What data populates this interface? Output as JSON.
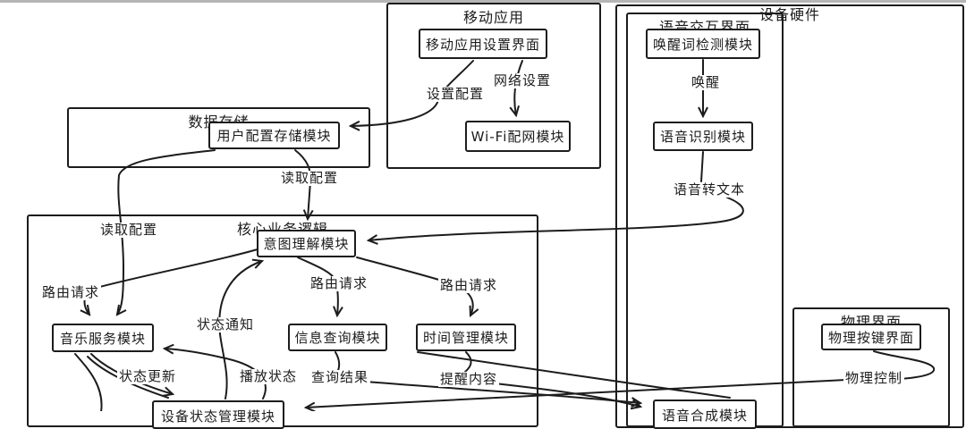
{
  "canvas": {
    "background": "#ffffff",
    "stroke_color": "#1c1c1c",
    "top_edge_color": "#b5b5b5"
  },
  "containers": [
    {
      "id": "mobile-app",
      "title": "移动应用"
    },
    {
      "id": "device-hardware",
      "title": "设备硬件"
    },
    {
      "id": "voice-interaction",
      "title": "语音交互界面"
    },
    {
      "id": "data-storage",
      "title": "数据存储"
    },
    {
      "id": "core-logic",
      "title": "核心业务逻辑"
    },
    {
      "id": "physical-interface",
      "title": "物理界面"
    }
  ],
  "modules": [
    {
      "id": "mobile-settings-ui",
      "text": "移动应用设置界面"
    },
    {
      "id": "wifi-provisioning",
      "text": "Wi-Fi配网模块"
    },
    {
      "id": "wake-word-detect",
      "text": "唤醒词检测模块"
    },
    {
      "id": "speech-recognition",
      "text": "语音识别模块"
    },
    {
      "id": "user-config-storage",
      "text": "用户配置存储模块"
    },
    {
      "id": "intent-understanding",
      "text": "意图理解模块"
    },
    {
      "id": "music-service",
      "text": "音乐服务模块"
    },
    {
      "id": "info-query",
      "text": "信息查询模块"
    },
    {
      "id": "time-management",
      "text": "时间管理模块"
    },
    {
      "id": "physical-button-ui",
      "text": "物理按键界面"
    },
    {
      "id": "device-state-mgmt",
      "text": "设备状态管理模块"
    },
    {
      "id": "speech-synthesis",
      "text": "语音合成模块"
    }
  ],
  "edge_labels": [
    {
      "id": "settings-config",
      "text": "设置配置"
    },
    {
      "id": "network-settings",
      "text": "网络设置"
    },
    {
      "id": "wake",
      "text": "唤醒"
    },
    {
      "id": "speech-to-text",
      "text": "语音转文本"
    },
    {
      "id": "read-config-right",
      "text": "读取配置"
    },
    {
      "id": "read-config-left",
      "text": "读取配置"
    },
    {
      "id": "route-request-left",
      "text": "路由请求"
    },
    {
      "id": "route-request-mid",
      "text": "路由请求"
    },
    {
      "id": "route-request-right",
      "text": "路由请求"
    },
    {
      "id": "status-notify",
      "text": "状态通知"
    },
    {
      "id": "status-update",
      "text": "状态更新"
    },
    {
      "id": "play-status",
      "text": "播放状态"
    },
    {
      "id": "query-result",
      "text": "查询结果"
    },
    {
      "id": "reminder-content",
      "text": "提醒内容"
    },
    {
      "id": "physical-control",
      "text": "物理控制"
    }
  ]
}
